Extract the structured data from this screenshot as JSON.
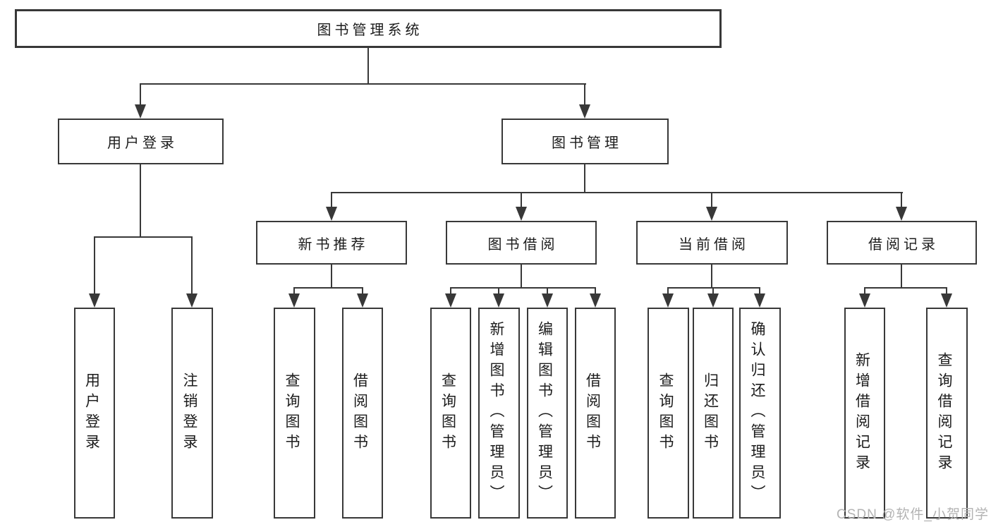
{
  "diagram": {
    "root": {
      "label": "图书管理系统",
      "children": [
        {
          "label": "用户登录",
          "children": [
            {
              "label": "用户登录"
            },
            {
              "label": "注销登录"
            }
          ]
        },
        {
          "label": "图书管理",
          "children": [
            {
              "label": "新书推荐",
              "children": [
                {
                  "label": "查询图书"
                },
                {
                  "label": "借阅图书"
                }
              ]
            },
            {
              "label": "图书借阅",
              "children": [
                {
                  "label": "查询图书"
                },
                {
                  "label": "新增图书（管理员）"
                },
                {
                  "label": "编辑图书（管理员）"
                },
                {
                  "label": "借阅图书"
                }
              ]
            },
            {
              "label": "当前借阅",
              "children": [
                {
                  "label": "查询图书"
                },
                {
                  "label": "归还图书"
                },
                {
                  "label": "确认归还（管理员）"
                }
              ]
            },
            {
              "label": "借阅记录",
              "children": [
                {
                  "label": "新增借阅记录"
                },
                {
                  "label": "查询借阅记录"
                }
              ]
            }
          ]
        }
      ]
    },
    "colors": {
      "line": "#383838",
      "box_border": "#383838",
      "text": "#1c1c1c",
      "watermark": "#b3b3b3",
      "background": "#ffffff"
    }
  },
  "watermark": {
    "text": "CSDN @软件_小贺同学"
  }
}
